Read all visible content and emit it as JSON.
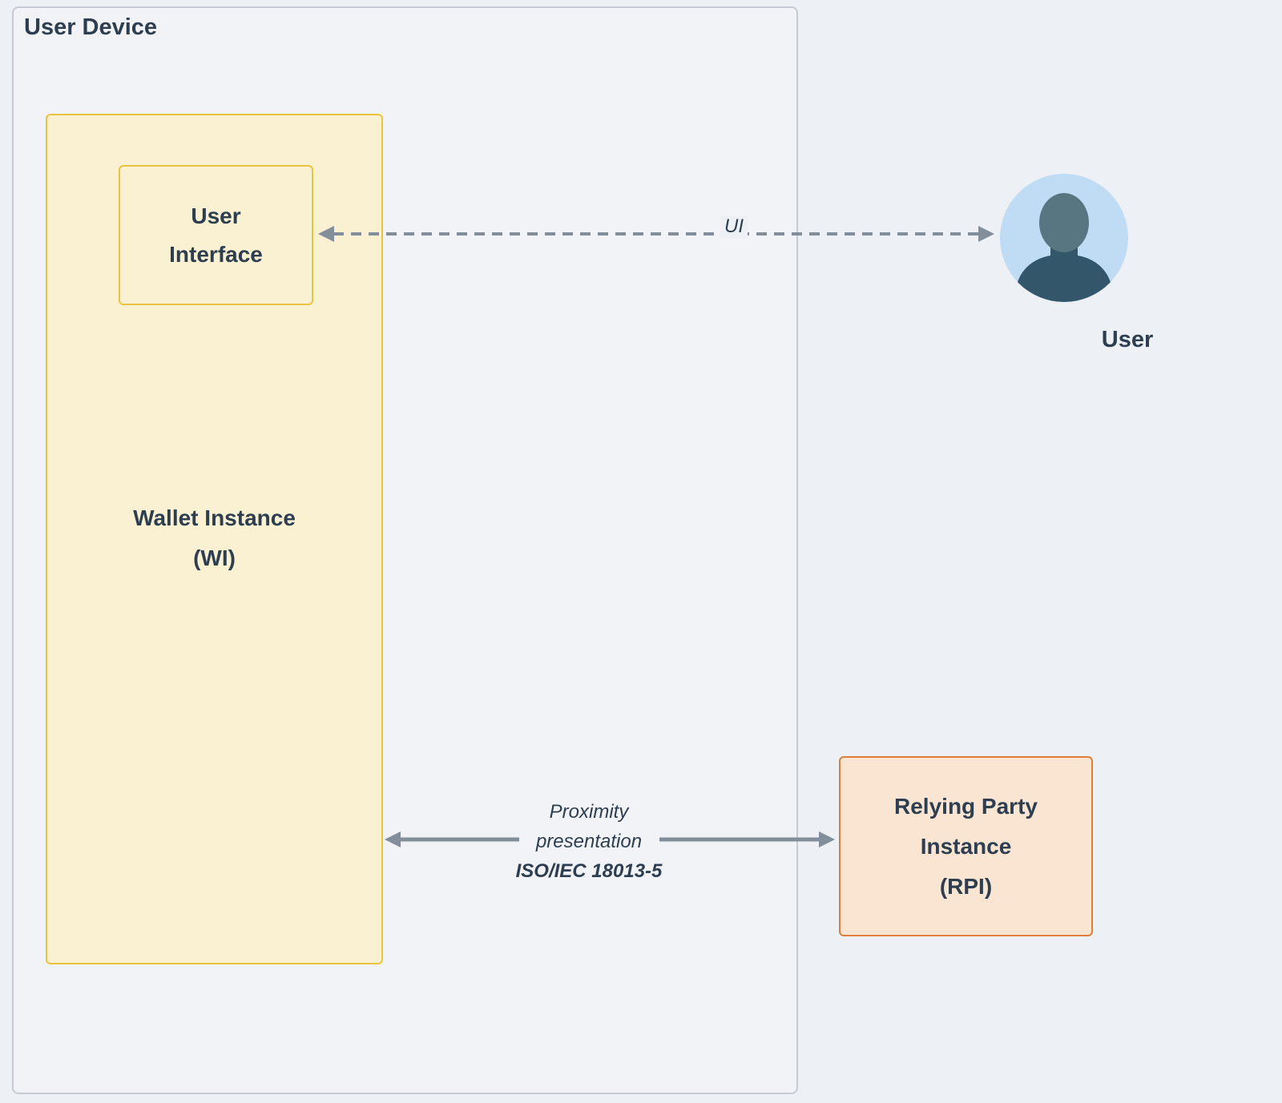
{
  "diagram": {
    "container": {
      "title": "User Device"
    },
    "wallet": {
      "label_line1": "Wallet Instance",
      "label_line2": "(WI)"
    },
    "ui_box": {
      "label_line1": "User",
      "label_line2": "Interface"
    },
    "user": {
      "label": "User"
    },
    "rpi": {
      "label_line1": "Relying Party",
      "label_line2": "Instance",
      "label_line3": "(RPI)"
    },
    "ui_arrow": {
      "label": "UI"
    },
    "proximity_arrow": {
      "label_line1": "Proximity",
      "label_line2": "presentation",
      "label_line3": "ISO/IEC 18013-5"
    }
  },
  "colors": {
    "page_background": "#edf0f5",
    "container_border": "#c7cbd4",
    "wallet_fill": "#faf0d2",
    "wallet_border": "#ecc33e",
    "rpi_fill": "#fae5d3",
    "rpi_border": "#dd7f3b",
    "text_dark": "#2d3e50",
    "arrow_gray": "#828e99",
    "avatar_circle": "#bfdcf4",
    "avatar_head": "#587682",
    "avatar_body": "#33566b"
  }
}
